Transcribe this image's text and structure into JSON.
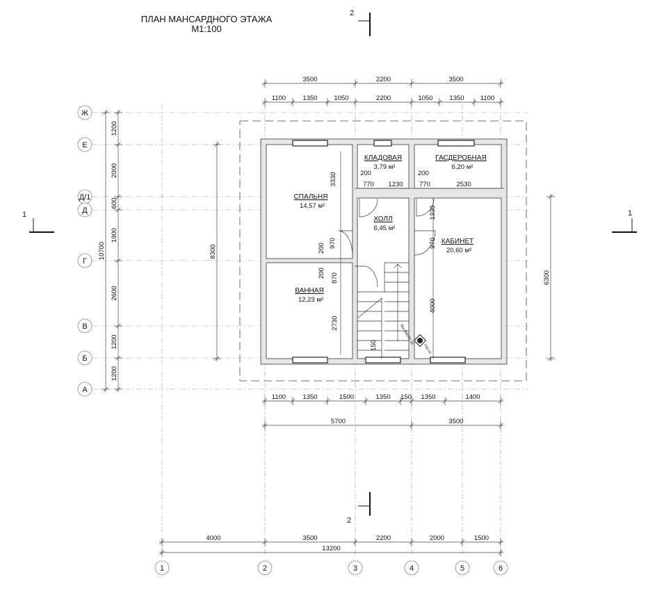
{
  "title": {
    "line1": "ПЛАН МАНСАРДНОГО ЭТАЖА",
    "line2": "М1:100"
  },
  "sections": {
    "top": "2",
    "bottom": "2",
    "left": "1",
    "right": "1"
  },
  "axes_letters": [
    "Ж",
    "Е",
    "Д/1",
    "Д",
    "Г",
    "В",
    "Б",
    "А"
  ],
  "axes_numbers": [
    "1",
    "2",
    "3",
    "4",
    "5",
    "6"
  ],
  "rooms": [
    {
      "name": "СПАЛЬНЯ",
      "area": "14,57 м²"
    },
    {
      "name": "ВАННАЯ",
      "area": "12,23 м²"
    },
    {
      "name": "КЛАДОВАЯ",
      "area": "3,79 м²"
    },
    {
      "name": "ГАСДЕРОБНАЯ",
      "area": "6,20 м²"
    },
    {
      "name": "ХОЛЛ",
      "area": "6,45 м²"
    },
    {
      "name": "КАБИНЕТ",
      "area": "20,60 м²"
    }
  ],
  "dimensions": {
    "top_overall": [
      "3500",
      "2200",
      "3500"
    ],
    "top_detail": [
      "1100",
      "1350",
      "1050",
      "2200",
      "1050",
      "1350",
      "1100"
    ],
    "bottom_detail": [
      "1100",
      "1350",
      "1500",
      "1350",
      "150",
      "1350",
      "1400"
    ],
    "bottom_overall": [
      "5700",
      "3500"
    ],
    "axes_spacing": [
      "4000",
      "3500",
      "2200",
      "2000",
      "1500"
    ],
    "axes_total": "13200",
    "left_detail": [
      "1200",
      "2000",
      "600",
      "1900",
      "2600",
      "1200",
      "1200"
    ],
    "left_total": "10700",
    "left_inner": "8300",
    "right_inner": "6300",
    "interior": [
      "3330",
      "970",
      "200",
      "200",
      "870",
      "2730",
      "770",
      "1230",
      "770",
      "2530",
      "200",
      "200",
      "1330",
      "970",
      "4000",
      "150"
    ]
  },
  "stair_note": {
    "label1": "ОШ 20",
    "label2": "ВЫ ВВЕРХ 20"
  }
}
